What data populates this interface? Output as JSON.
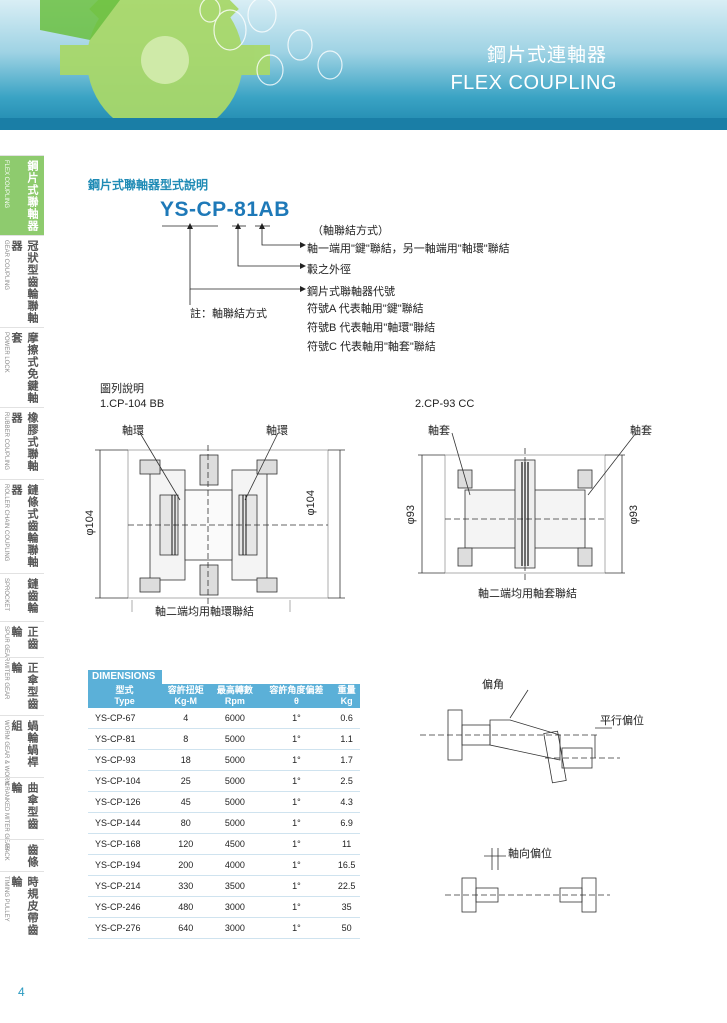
{
  "header": {
    "title_cn": "鋼片式連軸器",
    "title_en": "FLEX COUPLING"
  },
  "sidebar": {
    "items": [
      {
        "cn": "鋼片式聯軸器",
        "en": "FLEX COUPLING",
        "active": true
      },
      {
        "cn": "冠狀型齒輪聯軸器",
        "en": "GEAR COUPLING"
      },
      {
        "cn": "摩擦式免鍵軸套",
        "en": "POWER LOCK"
      },
      {
        "cn": "橡膠式聯軸器",
        "en": "RUBBER COUPLING"
      },
      {
        "cn": "鏈條式齒輪聯軸器",
        "en": "ROLLER CHAIN COUPLING"
      },
      {
        "cn": "鏈齒輪",
        "en": "SPROCKET"
      },
      {
        "cn": "正齒輪",
        "en": "SPUR GEAR"
      },
      {
        "cn": "正傘型齒輪",
        "en": "MITER GEAR"
      },
      {
        "cn": "蝸輪蝸桿組",
        "en": "WORM GEAR & WORM"
      },
      {
        "cn": "曲傘型齒輪",
        "en": "CRANKED MITER GEAR"
      },
      {
        "cn": "齒條",
        "en": "RACK"
      },
      {
        "cn": "時規皮帶齒輪",
        "en": "TIMING PULLEY"
      }
    ]
  },
  "page_number": "4",
  "section_title": "鋼片式聯軸器型式說明",
  "model_code": "YS-CP-81AB",
  "model_desc": {
    "line1": "（軸聯結方式）",
    "line2": "軸一端用\"鍵\"聯結，另一軸端用\"軸環\"聯結",
    "line3": "轂之外徑",
    "line4": "鋼片式聯軸器代號",
    "line5": "符號A  代表軸用\"鍵\"聯結",
    "line6": "符號B  代表軸用\"軸環\"聯結",
    "line7": "符號C  代表軸用\"軸套\"聯結"
  },
  "note": "註：軸聯結方式",
  "legend": {
    "heading": "圖列說明",
    "fig1": "1.CP-104 BB",
    "fig2": "2.CP-93 CC",
    "fig1_left": "軸環",
    "fig1_right": "軸環",
    "fig1_dim_left": "φ104",
    "fig1_dim_right": "φ104",
    "fig1_caption": "軸二端均用軸環聯結",
    "fig2_left": "軸套",
    "fig2_right": "軸套",
    "fig2_dim_left": "φ93",
    "fig2_dim_right": "φ93",
    "fig2_caption": "軸二端均用軸套聯結"
  },
  "misalignment": {
    "angle": "偏角",
    "parallel": "平行偏位",
    "axial": "軸向偏位"
  },
  "dimensions": {
    "tag": "DIMENSIONS",
    "headers": [
      {
        "cn": "型式",
        "en": "Type"
      },
      {
        "cn": "容許扭矩",
        "en": "Kg-M"
      },
      {
        "cn": "最高轉數",
        "en": "Rpm"
      },
      {
        "cn": "容許角度偏差",
        "en": "θ"
      },
      {
        "cn": "重量",
        "en": "Kg"
      }
    ],
    "rows": [
      [
        "YS-CP-67",
        "4",
        "6000",
        "1°",
        "0.6"
      ],
      [
        "YS-CP-81",
        "8",
        "5000",
        "1°",
        "1.1"
      ],
      [
        "YS-CP-93",
        "18",
        "5000",
        "1°",
        "1.7"
      ],
      [
        "YS-CP-104",
        "25",
        "5000",
        "1°",
        "2.5"
      ],
      [
        "YS-CP-126",
        "45",
        "5000",
        "1°",
        "4.3"
      ],
      [
        "YS-CP-144",
        "80",
        "5000",
        "1°",
        "6.9"
      ],
      [
        "YS-CP-168",
        "120",
        "4500",
        "1°",
        "11"
      ],
      [
        "YS-CP-194",
        "200",
        "4000",
        "1°",
        "16.5"
      ],
      [
        "YS-CP-214",
        "330",
        "3500",
        "1°",
        "22.5"
      ],
      [
        "YS-CP-246",
        "480",
        "3000",
        "1°",
        "35"
      ],
      [
        "YS-CP-276",
        "640",
        "3000",
        "1°",
        "50"
      ]
    ]
  }
}
